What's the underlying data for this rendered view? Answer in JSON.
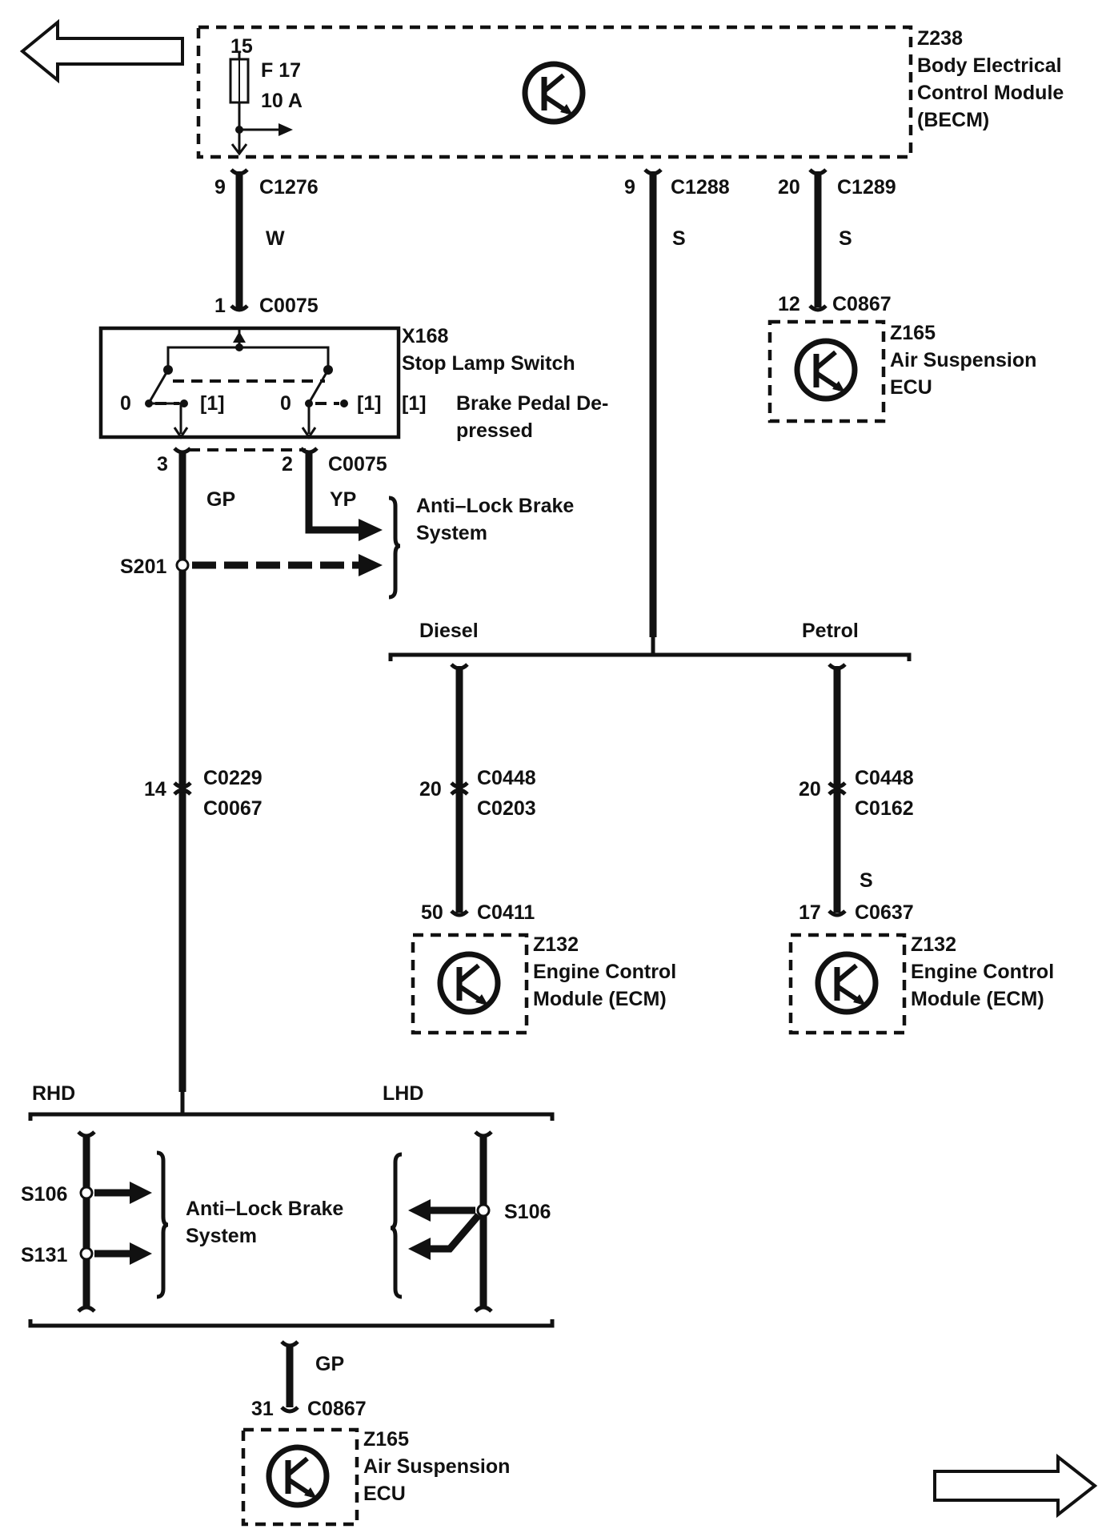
{
  "becm": {
    "id": "Z238",
    "name_line1": "Body Electrical",
    "name_line2": "Control Module",
    "name_line3": "(BECM)",
    "fuse_pin": "15",
    "fuse_name": "F 17",
    "fuse_rating": "10 A"
  },
  "wires_top": [
    {
      "pin": "9",
      "connector": "C1276",
      "color": "W"
    },
    {
      "pin": "9",
      "connector": "C1288",
      "color": "S"
    },
    {
      "pin": "20",
      "connector": "C1289",
      "color": "S"
    }
  ],
  "stop_lamp_switch": {
    "id": "X168",
    "name": "Stop Lamp Switch",
    "in_pin": "1",
    "in_connector": "C0075",
    "state_off": "0",
    "state_on": "[1]",
    "legend_key": "[1]",
    "legend_line1": "Brake Pedal De-",
    "legend_line2": "pressed",
    "out_pin_left": "3",
    "out_pin_right": "2",
    "out_connector": "C0075"
  },
  "air_suspension_top": {
    "pin": "12",
    "connector": "C0867",
    "id": "Z165",
    "name_line1": "Air Suspension",
    "name_line2": "ECU"
  },
  "abs_upper": {
    "wire_left": "GP",
    "wire_right": "YP",
    "splice": "S201",
    "name_line1": "Anti–Lock Brake",
    "name_line2": "System"
  },
  "engine_branch": {
    "diesel_label": "Diesel",
    "petrol_label": "Petrol",
    "diesel": {
      "inline_pin": "20",
      "inline_conn1": "C0448",
      "inline_conn2": "C0203",
      "pin": "50",
      "connector": "C0411",
      "id": "Z132",
      "name_line1": "Engine Control",
      "name_line2": "Module (ECM)"
    },
    "petrol": {
      "inline_pin": "20",
      "inline_conn1": "C0448",
      "inline_conn2": "C0162",
      "wire_color": "S",
      "pin": "17",
      "connector": "C0637",
      "id": "Z132",
      "name_line1": "Engine Control",
      "name_line2": "Module (ECM)"
    }
  },
  "inline_gp": {
    "pin": "14",
    "conn1": "C0229",
    "conn2": "C0067"
  },
  "drive_branch": {
    "rhd_label": "RHD",
    "lhd_label": "LHD",
    "rhd_splice1": "S106",
    "rhd_splice2": "S131",
    "lhd_splice": "S106",
    "abs_line1": "Anti–Lock Brake",
    "abs_line2": "System"
  },
  "air_suspension_bottom": {
    "wire_color": "GP",
    "pin": "31",
    "connector": "C0867",
    "id": "Z165",
    "name_line1": "Air Suspension",
    "name_line2": "ECU"
  }
}
